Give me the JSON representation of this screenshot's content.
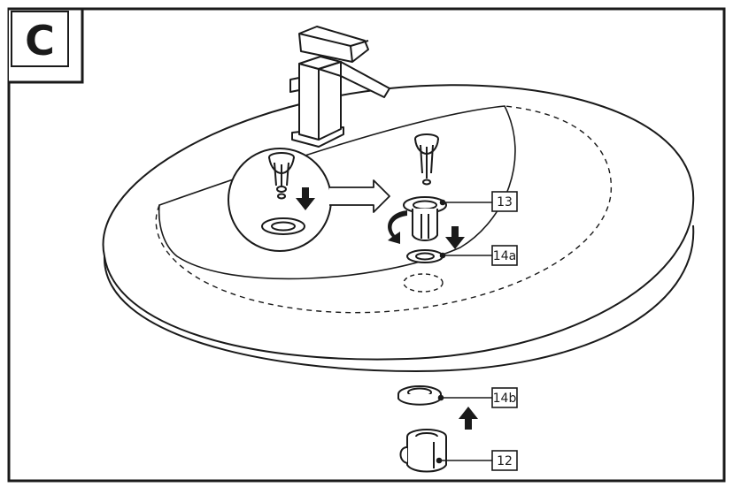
{
  "diagram": {
    "step_label": "C",
    "callouts": {
      "c13": "13",
      "c14a": "14a",
      "c14b": "14b",
      "c12": "12"
    }
  },
  "colors": {
    "line": "#1a1a1a",
    "background": "#ffffff"
  }
}
